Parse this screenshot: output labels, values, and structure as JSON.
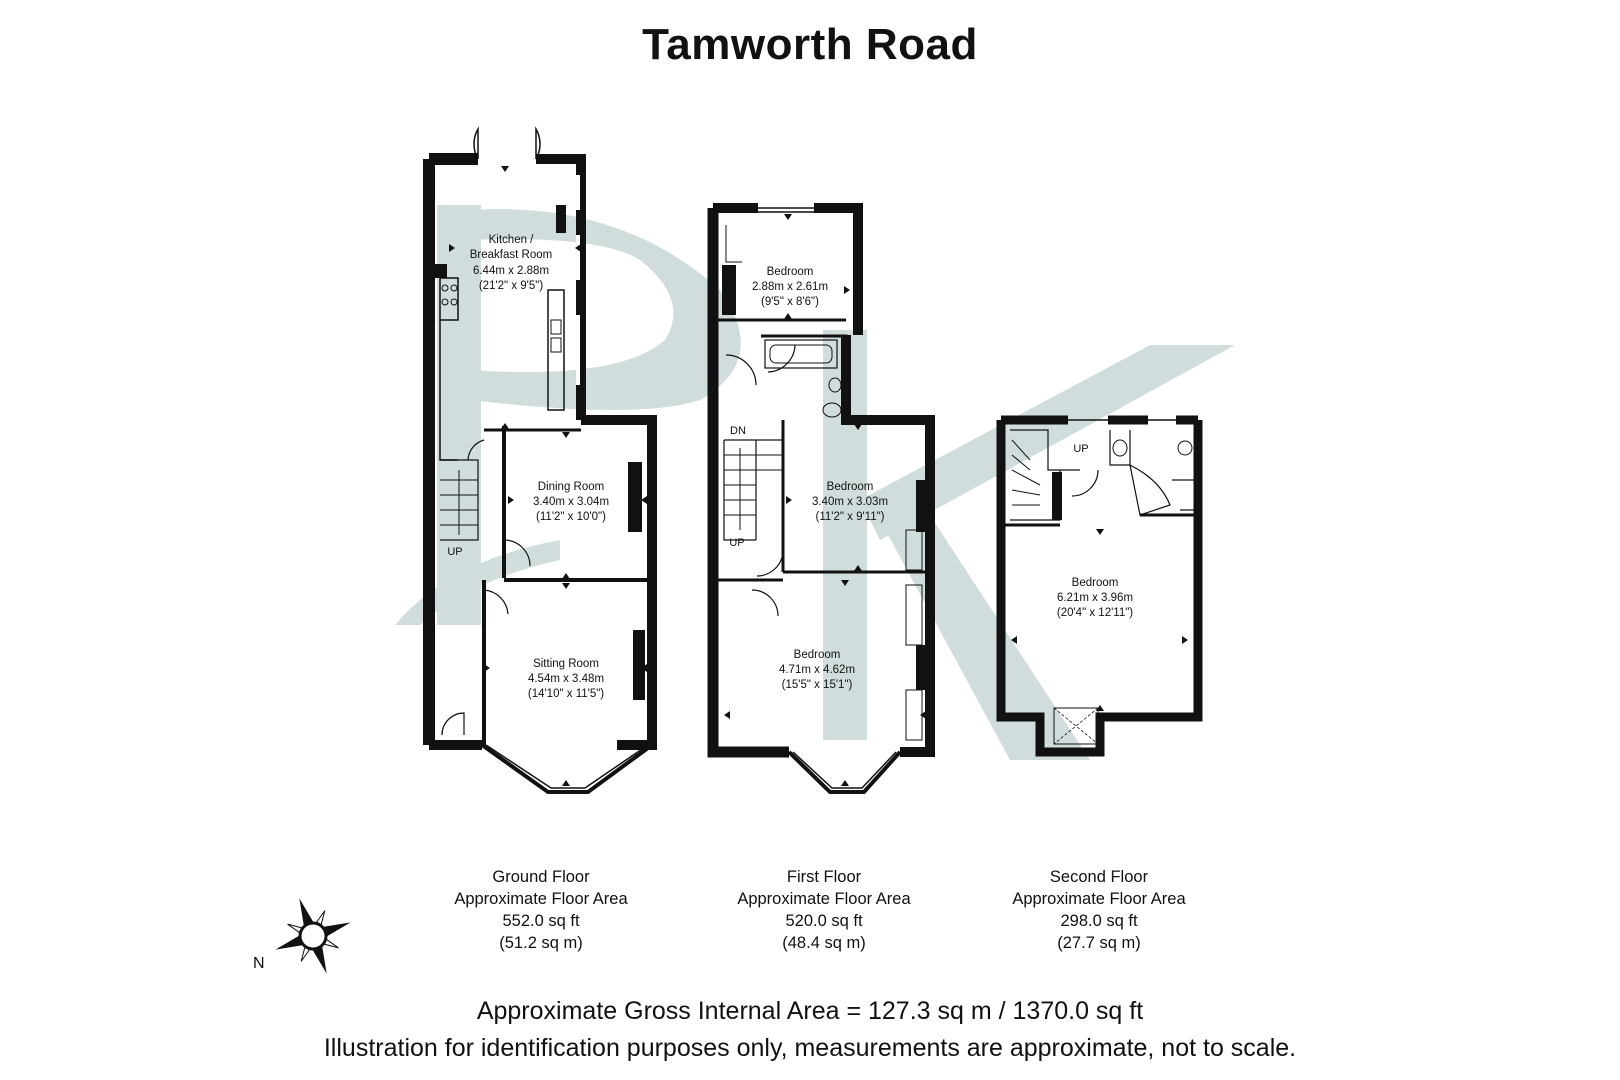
{
  "title": "Tamworth Road",
  "watermark": {
    "text": "PK",
    "color": "#c9d7d7"
  },
  "wall_color": "#111111",
  "floors": [
    {
      "name": "Ground Floor",
      "area_label": "Approximate Floor Area",
      "sqft": "552.0 sq ft",
      "sqm": "(51.2 sq m)",
      "rooms": [
        {
          "name_line1": "Kitchen /",
          "name_line2": "Breakfast Room",
          "metric": "6.44m x 2.88m",
          "imperial": "(21'2\" x 9'5\")"
        },
        {
          "name": "Dining Room",
          "metric": "3.40m x 3.04m",
          "imperial": "(11'2\" x 10'0\")"
        },
        {
          "name": "Sitting Room",
          "metric": "4.54m x 3.48m",
          "imperial": "(14'10\" x 11'5\")"
        }
      ],
      "stairs": [
        "UP"
      ]
    },
    {
      "name": "First Floor",
      "area_label": "Approximate Floor Area",
      "sqft": "520.0 sq ft",
      "sqm": "(48.4 sq m)",
      "rooms": [
        {
          "name": "Bedroom",
          "metric": "2.88m x 2.61m",
          "imperial": "(9'5\" x 8'6\")"
        },
        {
          "name": "Bedroom",
          "metric": "3.40m x 3.03m",
          "imperial": "(11'2\" x 9'11\")"
        },
        {
          "name": "Bedroom",
          "metric": "4.71m x 4.62m",
          "imperial": "(15'5\" x 15'1\")"
        }
      ],
      "stairs": [
        "DN",
        "UP"
      ]
    },
    {
      "name": "Second Floor",
      "area_label": "Approximate Floor Area",
      "sqft": "298.0 sq ft",
      "sqm": "(27.7 sq m)",
      "rooms": [
        {
          "name": "Bedroom",
          "metric": "6.21m x 3.96m",
          "imperial": "(20'4\" x 12'11\")"
        }
      ],
      "stairs": [
        "UP"
      ]
    }
  ],
  "compass": {
    "label": "N",
    "icon": "compass-rose-icon"
  },
  "footer": {
    "gross_area": "Approximate Gross Internal Area = 127.3 sq m / 1370.0 sq ft",
    "disclaimer": "Illustration for identification purposes only, measurements are approximate, not to scale."
  }
}
